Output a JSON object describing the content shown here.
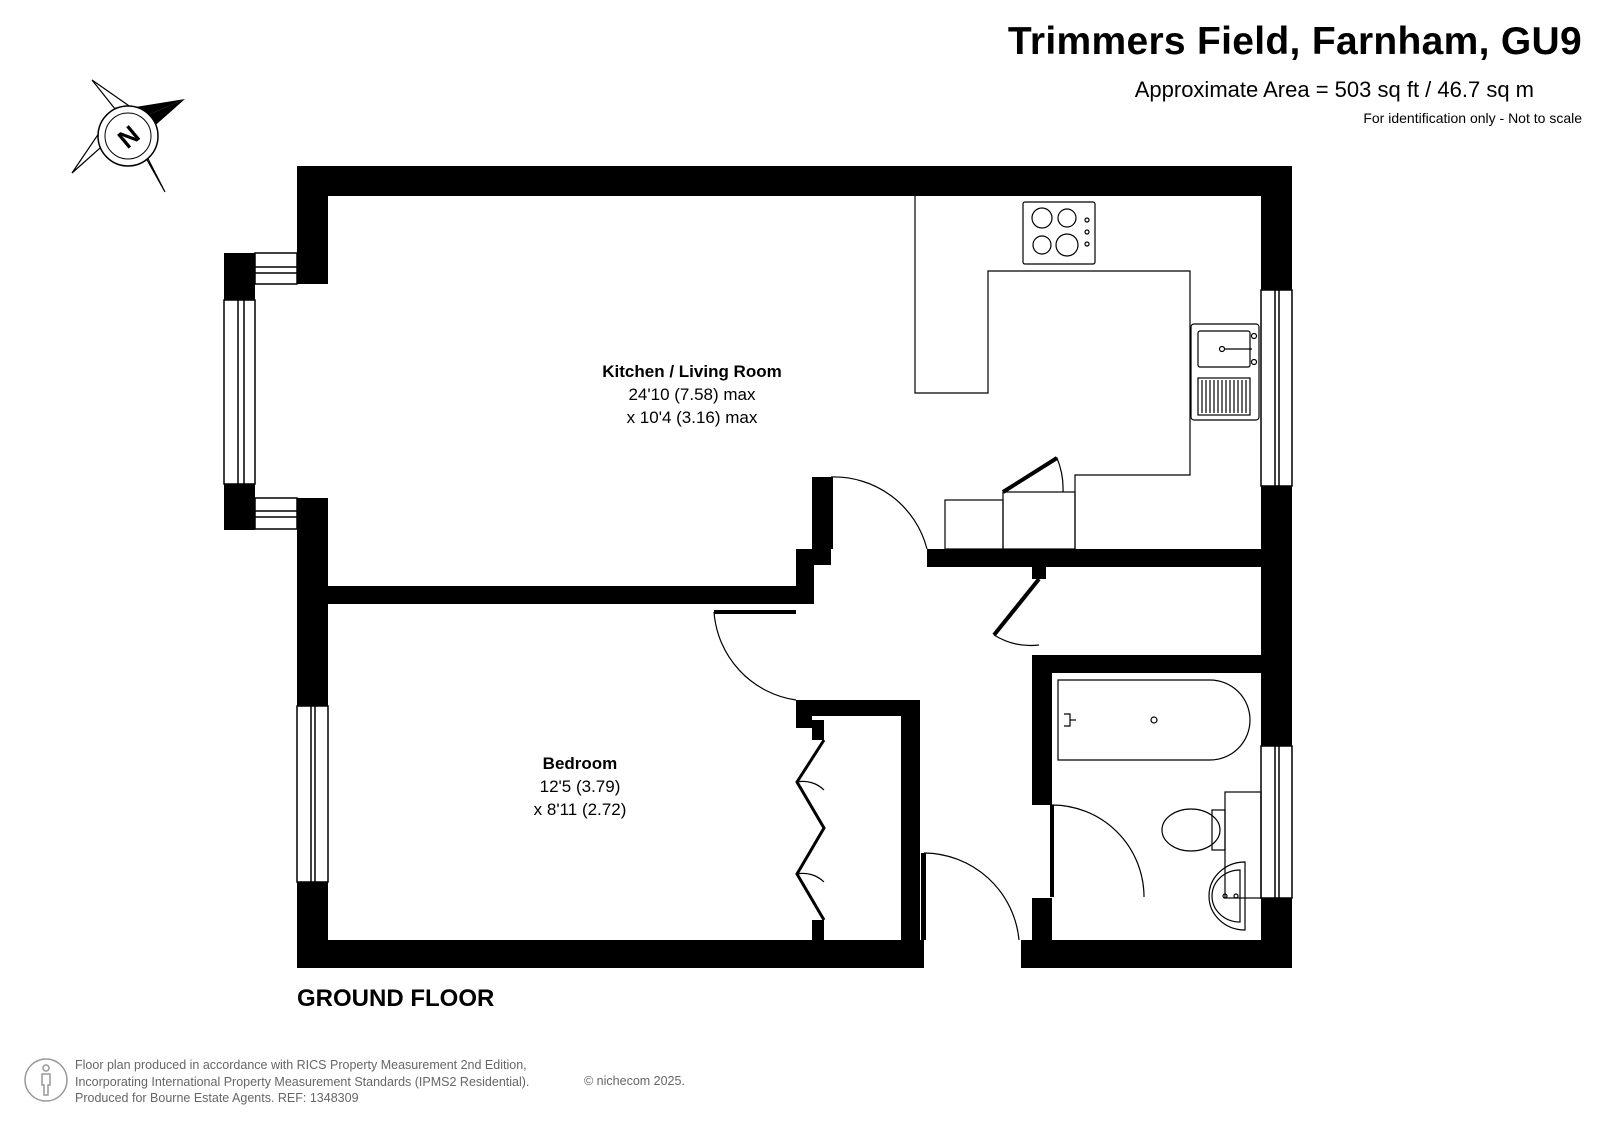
{
  "header": {
    "title": "Trimmers Field, Farnham, GU9",
    "area": "Approximate Area = 503 sq ft / 46.7 sq m",
    "note": "For identification only - Not to scale"
  },
  "compass": {
    "label": "N"
  },
  "rooms": [
    {
      "name": "Kitchen / Living Room",
      "dim1": "24'10 (7.58) max",
      "dim2": "x 10'4 (3.16) max"
    },
    {
      "name": "Bedroom",
      "dim1": "12'5 (3.79)",
      "dim2": "x 8'11 (2.72)"
    }
  ],
  "floor_label": "GROUND FLOOR",
  "footer": {
    "line1": "Floor plan produced in accordance with RICS Property Measurement 2nd Edition,",
    "line2": "Incorporating International Property Measurement Standards (IPMS2 Residential).",
    "line3": "Produced for Bourne Estate Agents.    REF: 1348309",
    "copyright": "© nichecom 2025."
  }
}
